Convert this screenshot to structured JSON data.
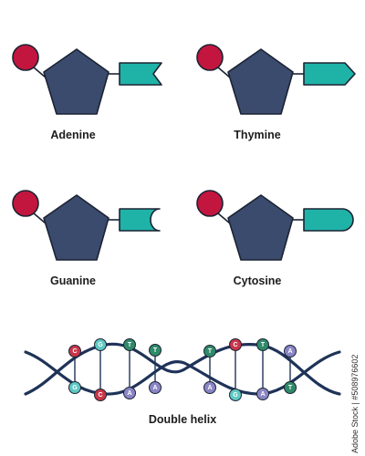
{
  "nucleotides": [
    {
      "name": "Adenine"
    },
    {
      "name": "Thymine"
    },
    {
      "name": "Guanine"
    },
    {
      "name": "Cytosine"
    }
  ],
  "helix": {
    "label": "Double helix",
    "top_bases": [
      "C",
      "G",
      "T",
      "T",
      "T",
      "C",
      "T",
      "A"
    ],
    "bottom_bases": [
      "G",
      "C",
      "A",
      "A",
      "A",
      "G",
      "A",
      "T"
    ]
  },
  "watermark": "Adobe Stock | #508976602",
  "stock_id": "Adobe Stock | #508976602",
  "colors": {
    "sugar": "#3a4b6e",
    "phosphate": "#c3163f",
    "base": "#1fb3a8",
    "outline": "#1c2333",
    "strand": "#1f3358",
    "adenine_dot": "#8a86c6",
    "thymine_dot": "#2f8a6a",
    "guanine_dot": "#5fc8c4",
    "cytosine_dot": "#c8364a"
  }
}
